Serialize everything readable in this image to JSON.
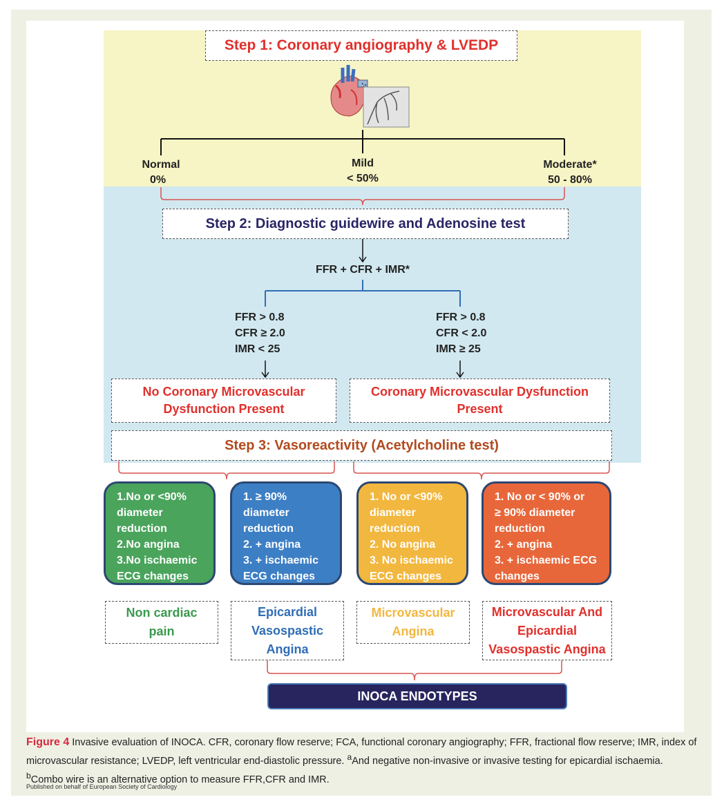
{
  "step1": {
    "title": "Step 1: Coronary angiography & LVEDP"
  },
  "step1_branches": [
    {
      "name": "Normal",
      "value": "0%"
    },
    {
      "name": "Mild",
      "value": "< 50%"
    },
    {
      "name": "Moderate*",
      "value": "50 - 80%"
    }
  ],
  "step2": {
    "title": "Step 2: Diagnostic guidewire and Adenosine test"
  },
  "measures": "FFR + CFR + IMR*",
  "left_criteria": [
    "FFR > 0.8",
    "CFR ≥ 2.0",
    "IMR < 25"
  ],
  "right_criteria": [
    "FFR > 0.8",
    "CFR < 2.0",
    "IMR ≥ 25"
  ],
  "no_cmd": "No Coronary Microvascular Dysfunction Present",
  "cmd": "Coronary Microvascular Dysfunction Present",
  "step3": {
    "title": "Step 3: Vasoreactivity (Acetylcholine test)"
  },
  "cards": [
    {
      "lines": [
        "1.No or <90%",
        "diameter",
        "reduction",
        "2.No angina",
        "3.No ischaemic",
        "ECG changes"
      ],
      "color": "#4aa45c"
    },
    {
      "lines": [
        "1. ≥ 90%",
        "diameter",
        "reduction",
        "2. + angina",
        "3. + ischaemic",
        "ECG changes"
      ],
      "color": "#3d7fc4"
    },
    {
      "lines": [
        "1. No or <90%",
        "diameter",
        "reduction",
        "2. No angina",
        "3. No ischaemic",
        "ECG changes"
      ],
      "color": "#f2b73e"
    },
    {
      "lines": [
        "1. No or < 90% or",
        "≥ 90% diameter",
        "reduction",
        "2. + angina",
        "3. + ischaemic ECG",
        "changes"
      ],
      "color": "#e8673a"
    }
  ],
  "endotypes": [
    {
      "label": "Non cardiac pain",
      "color": "#3a9a4e"
    },
    {
      "label": "Epicardial Vasospastic Angina",
      "color": "#2f6db4"
    },
    {
      "label": "Microvascular Angina",
      "color": "#f2b73e"
    },
    {
      "label": "Microvascular And Epicardial Vasospastic Angina",
      "color": "#e0302c"
    }
  ],
  "inoca": "INOCA ENDOTYPES",
  "caption": {
    "fig": "Figure 4",
    "text": "Invasive evaluation of INOCA. CFR, coronary flow reserve; FCA, functional coronary angiography; FFR, fractional flow reserve; IMR, index of microvascular resistance; LVEDP, left ventricular end-diastolic pressure.",
    "note_a_mark": "a",
    "note_a": "And negative non-invasive or invasive testing for epicardial ischaemia.",
    "note_b_mark": "b",
    "note_b": "Combo wire is an alternative option to measure FFR,CFR and IMR."
  },
  "publisher": "Published on behalf of European Society of Cardiology"
}
